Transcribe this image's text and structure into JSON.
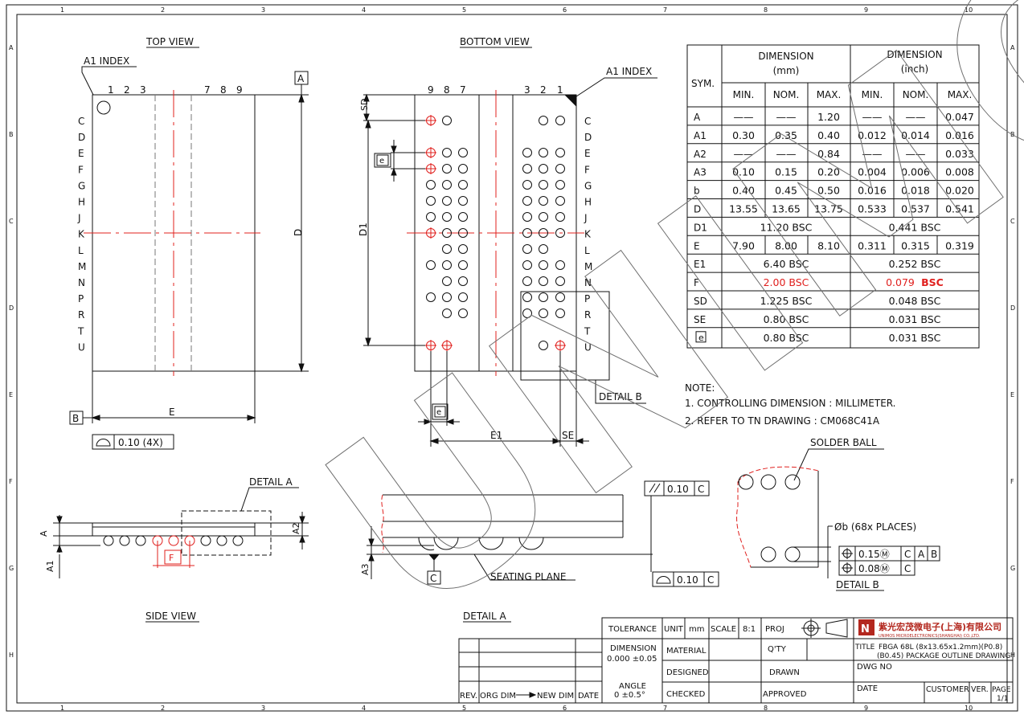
{
  "border": {
    "columns": [
      "1",
      "2",
      "3",
      "4",
      "5",
      "6",
      "7",
      "8",
      "9",
      "10"
    ],
    "rows": [
      "A",
      "B",
      "C",
      "D",
      "E",
      "F",
      "G",
      "H"
    ]
  },
  "top_view": {
    "title": "TOP VIEW",
    "a1_index": "A1 INDEX",
    "col_labels_left": [
      "1",
      "2",
      "3"
    ],
    "col_labels_right": [
      "7",
      "8",
      "9"
    ],
    "row_labels": [
      "C",
      "D",
      "E",
      "F",
      "G",
      "H",
      "J",
      "K",
      "L",
      "M",
      "N",
      "P",
      "R",
      "T",
      "U"
    ],
    "datum_a": "A",
    "datum_b": "B",
    "dim_d": "D",
    "dim_e": "E",
    "flatness": "0.10 (4X)"
  },
  "bottom_view": {
    "title": "BOTTOM VIEW",
    "a1_index": "A1 INDEX",
    "col_labels_left": [
      "9",
      "8",
      "7"
    ],
    "col_labels_right": [
      "3",
      "2",
      "1"
    ],
    "row_labels": [
      "C",
      "D",
      "E",
      "F",
      "G",
      "H",
      "J",
      "K",
      "L",
      "M",
      "N",
      "P",
      "R",
      "T",
      "U"
    ],
    "dim_sd": "SD",
    "dim_e_pitch": "e",
    "dim_d1": "D1",
    "dim_e1": "E1",
    "dim_se": "SE",
    "dim_e_bottom": "e",
    "detail_b": "DETAIL B"
  },
  "dimension_table": {
    "header_sym": "SYM.",
    "header_mm_line1": "DIMENSION",
    "header_mm_line2": "(mm)",
    "header_in_line1": "DIMENSION",
    "header_in_line2": "(inch)",
    "sub_headers": [
      "MIN.",
      "NOM.",
      "MAX.",
      "MIN.",
      "NOM.",
      "MAX."
    ],
    "rows": [
      {
        "sym": "A",
        "v": [
          "——",
          "——",
          "1.20",
          "——",
          "——",
          "0.047"
        ]
      },
      {
        "sym": "A1",
        "v": [
          "0.30",
          "0.35",
          "0.40",
          "0.012",
          "0.014",
          "0.016"
        ]
      },
      {
        "sym": "A2",
        "v": [
          "——",
          "——",
          "0.84",
          "——",
          "——",
          "0.033"
        ]
      },
      {
        "sym": "A3",
        "v": [
          "0.10",
          "0.15",
          "0.20",
          "0.004",
          "0.006",
          "0.008"
        ]
      },
      {
        "sym": "b",
        "v": [
          "0.40",
          "0.45",
          "0.50",
          "0.016",
          "0.018",
          "0.020"
        ]
      },
      {
        "sym": "D",
        "v": [
          "13.55",
          "13.65",
          "13.75",
          "0.533",
          "0.537",
          "0.541"
        ]
      },
      {
        "sym": "D1",
        "mm": "11.20 BSC",
        "in": "0.441 BSC"
      },
      {
        "sym": "E",
        "v": [
          "7.90",
          "8.00",
          "8.10",
          "0.311",
          "0.315",
          "0.319"
        ]
      },
      {
        "sym": "E1",
        "mm": "6.40 BSC",
        "in": "0.252 BSC"
      },
      {
        "sym": "F",
        "mm": "2.00 BSC",
        "in_num": "0.079",
        "in_bsc": "BSC"
      },
      {
        "sym": "SD",
        "mm": "1.225 BSC",
        "in": "0.048 BSC"
      },
      {
        "sym": "SE",
        "mm": "0.80 BSC",
        "in": "0.031 BSC"
      },
      {
        "sym": "e",
        "mm": "0.80 BSC",
        "in": "0.031 BSC"
      }
    ]
  },
  "notes": {
    "title": "NOTE:",
    "items": [
      "1. CONTROLLING DIMENSION : MILLIMETER.",
      "2. REFER TO TN DRAWING : CM068C41A"
    ]
  },
  "side_view": {
    "title": "SIDE VIEW",
    "detail_a_label": "DETAIL A",
    "dim_a": "A",
    "dim_a1": "A1",
    "dim_a2": "A2",
    "dim_f": "F"
  },
  "detail_a": {
    "title": "DETAIL A",
    "parallelism": "0.10",
    "parallelism_datum": "C",
    "flatness": "0.10",
    "flatness_datum": "C",
    "dim_a3": "A3",
    "datum_c": "C",
    "seating_plane": "SEATING PLANE"
  },
  "detail_b": {
    "title": "DETAIL B",
    "solder_ball": "SOLDER BALL",
    "ball_dia": "Øb (68x PLACES)",
    "fcf1_value": "0.15Ⓜ",
    "fcf1_datums": [
      "C",
      "A",
      "B"
    ],
    "fcf2_value": "0.08Ⓜ",
    "fcf2_datums": [
      "C"
    ]
  },
  "title_block": {
    "tolerance": "TOLERANCE",
    "unit": "UNIT",
    "unit_value": "mm",
    "scale": "SCALE",
    "scale_value": "8:1",
    "proj": "PROJ",
    "dimension": "DIMENSION",
    "dimension_tol": "0.000 ±0.05",
    "angle": "ANGLE",
    "angle_tol": "0 ±0.5°",
    "material": "MATERIAL",
    "qty": "Q'TY",
    "designed": "DESIGNED",
    "drawn": "DRAWN",
    "checked": "CHECKED",
    "approved": "APPROVED",
    "rev": "REV.",
    "org_dim": "ORG DIM",
    "new_dim": "NEW DIM",
    "date": "DATE",
    "company_cn": "紫光宏茂微电子(上海)有限公司",
    "company_en": "UNIMOS MICROELECTRONICS(SHANGHAI) CO.,LTD.",
    "title_label": "TITLE",
    "title_line1": "FBGA 68L (8x13.65x1.2mm)(P0.8)",
    "title_line2": "(B0.45) PACKAGE OUTLINE DRAWING",
    "dwg_no": "DWG NO",
    "date2": "DATE",
    "customer": "CUSTOMER",
    "ver": "VER.",
    "page": "PAGE",
    "page_value": "1/1"
  },
  "watermark": "UNIMOS",
  "colors": {
    "red": "#e0201e",
    "line": "#111111",
    "watermark": "#6f6f6f",
    "brand": "#b3271e"
  }
}
